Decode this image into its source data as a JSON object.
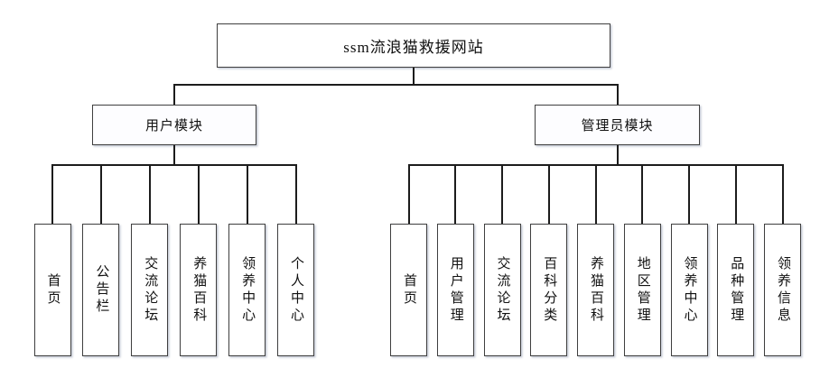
{
  "diagram": {
    "root": {
      "label": "ssm流浪猫救援网站"
    },
    "modules": [
      {
        "label": "用户模块",
        "children": [
          "首页",
          "公告栏",
          "交流论坛",
          "养猫百科",
          "领养中心",
          "个人中心"
        ]
      },
      {
        "label": "管理员模块",
        "children": [
          "首页",
          "用户管理",
          "交流论坛",
          "百科分类",
          "养猫百科",
          "地区管理",
          "领养中心",
          "品种管理",
          "领养信息"
        ]
      }
    ],
    "colors": {
      "line": "#1c1c1c",
      "box_border": "#3f3f3f",
      "box_fill": "#ffffff",
      "background": "#ffffff"
    }
  }
}
